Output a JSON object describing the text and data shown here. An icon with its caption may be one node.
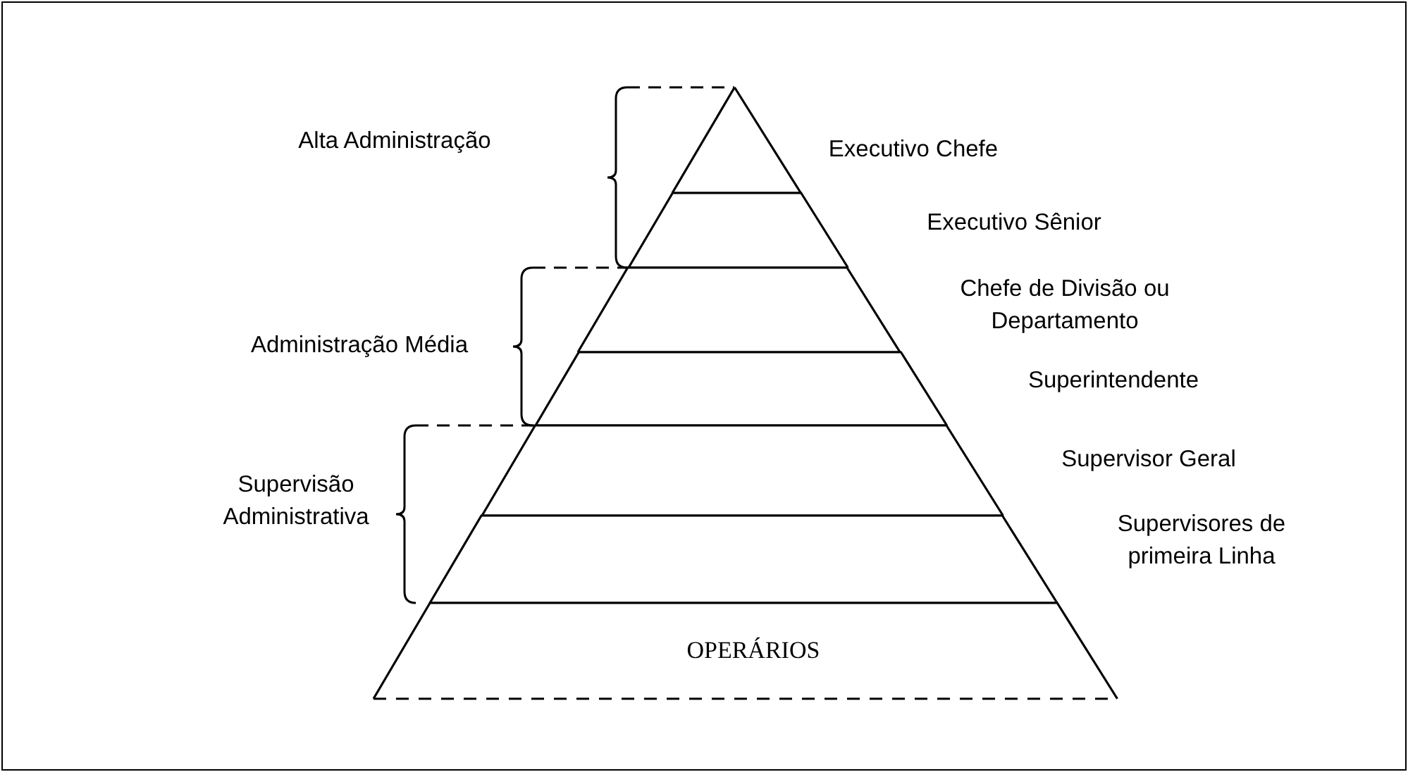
{
  "diagram": {
    "nodes": [
      {
        "text": [],
        "shape": "band"
      },
      {
        "text": [],
        "shape": "band"
      },
      {
        "text": [],
        "shape": "band"
      },
      {
        "text": [],
        "shape": "band"
      },
      {
        "text": [],
        "shape": "band"
      },
      {
        "text": [],
        "shape": "band"
      },
      {
        "text": [
          "OPERÁRIOS"
        ]
      }
    ],
    "labels": [
      "Alta Administração",
      "Executivo Chefe",
      "Executivo Sênior",
      "Chefe de Divisão ou Departamento",
      "Administração Média",
      "Superintendente",
      "Supervisor Geral",
      "Supervisão Administrativa",
      "Supervisores de primeira Linha"
    ]
  }
}
